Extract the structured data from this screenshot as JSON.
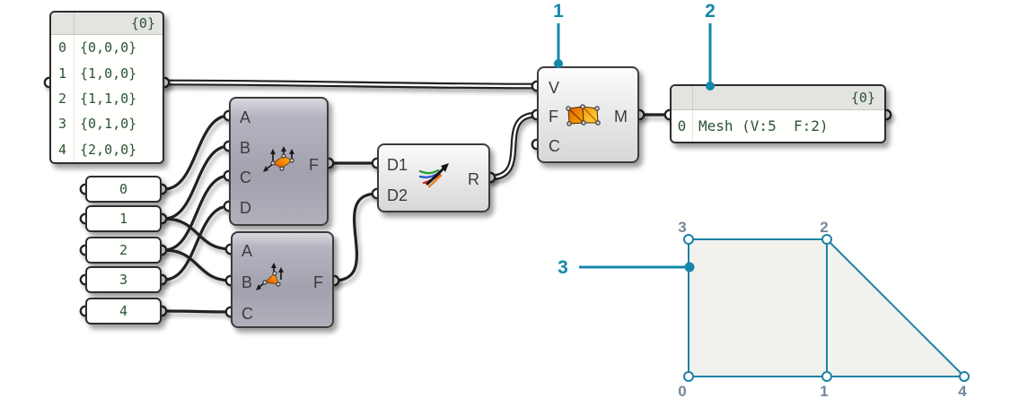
{
  "app": {
    "name": "grasshopper-canvas"
  },
  "colors": {
    "accent_teal": "#1487ab",
    "wire": "#212121",
    "panel_text_green": "#2b5235",
    "mesh_edge": "#1d81a3",
    "mesh_fill": "#f1f1ee",
    "vertex_label_gray": "#76879b",
    "component_dark": "#a2a2af",
    "component_light": "#ececec"
  },
  "icons": {
    "mesh_quad": "quad-face-icon",
    "mesh_triangle": "triangle-face-icon",
    "merge": "merge-streams-icon",
    "construct_mesh": "mesh-faces-icon"
  },
  "points_panel": {
    "header": "{0}",
    "rows": [
      {
        "i": "0",
        "v": "{0,0,0}"
      },
      {
        "i": "1",
        "v": "{1,0,0}"
      },
      {
        "i": "2",
        "v": "{1,1,0}"
      },
      {
        "i": "3",
        "v": "{0,1,0}"
      },
      {
        "i": "4",
        "v": "{2,0,0}"
      }
    ]
  },
  "value_panels": [
    {
      "value": "0"
    },
    {
      "value": "1"
    },
    {
      "value": "2"
    },
    {
      "value": "3"
    },
    {
      "value": "4"
    }
  ],
  "components": {
    "mesh_quad": {
      "inputs": [
        "A",
        "B",
        "C",
        "D"
      ],
      "output": "F"
    },
    "mesh_triangle": {
      "inputs": [
        "A",
        "B",
        "C"
      ],
      "output": "F"
    },
    "merge": {
      "inputs": [
        "D1",
        "D2"
      ],
      "output": "R"
    },
    "construct_mesh": {
      "inputs": [
        "V",
        "F",
        "C"
      ],
      "output": "M"
    }
  },
  "output_panel": {
    "header": "{0}",
    "index": "0",
    "value": "Mesh (V:5  F:2)"
  },
  "callouts": [
    {
      "label": "1"
    },
    {
      "label": "2"
    },
    {
      "label": "3"
    }
  ],
  "mesh_preview": {
    "vertex_labels": [
      "0",
      "1",
      "2",
      "3",
      "4"
    ]
  }
}
